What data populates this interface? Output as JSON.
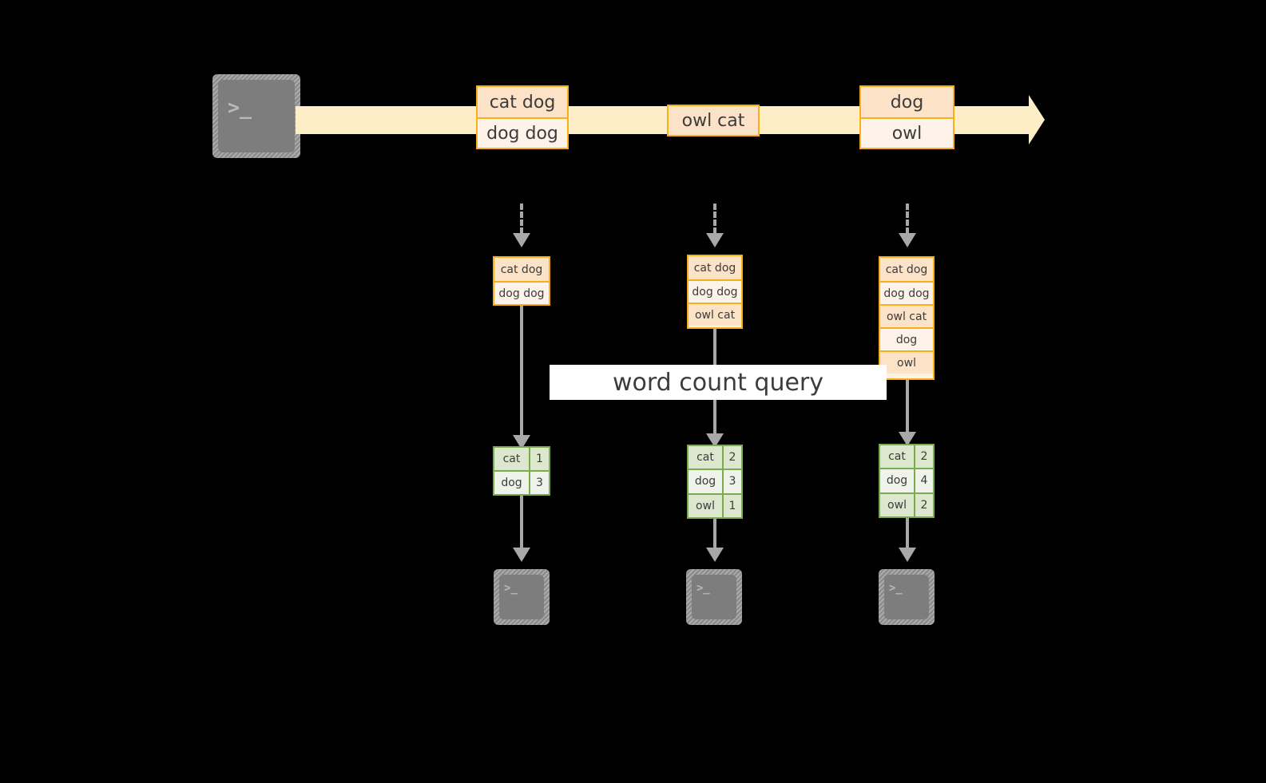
{
  "diagram": {
    "title": "word count query over a stream",
    "colors": {
      "background": "#000000",
      "record_border": "#f8b019",
      "record_fill_dark": "#fce2c6",
      "record_fill_light": "#fdf3e8",
      "stream_arrow": "#fdeec8",
      "table_border": "#7aab4f",
      "table_fill_dark": "#dde7ce",
      "table_fill_light": "#eff3ea",
      "connector": "#a8a8a8",
      "terminal_body": "#7d7d7d",
      "label_background": "#ffffff",
      "text": "#3c3c3c"
    }
  },
  "source": {
    "icon": "terminal-icon",
    "prompt": ">_"
  },
  "stream": {
    "icon": "arrow-right-icon",
    "groups": [
      {
        "records": [
          "cat dog",
          "dog dog"
        ]
      },
      {
        "records": [
          "owl cat"
        ]
      },
      {
        "records": [
          "dog",
          "owl"
        ]
      }
    ]
  },
  "query": {
    "label": "word count query"
  },
  "columns": [
    {
      "snapshot_icon": "arrow-down-dashed-icon",
      "snapshot": {
        "records": [
          "cat dog",
          "dog dog"
        ]
      },
      "result_icon": "arrow-down-icon",
      "result": {
        "rows": [
          {
            "word": "cat",
            "count": "1"
          },
          {
            "word": "dog",
            "count": "3"
          }
        ]
      },
      "sink_icon": "terminal-icon",
      "sink": {
        "prompt": ">_"
      }
    },
    {
      "snapshot_icon": "arrow-down-dashed-icon",
      "snapshot": {
        "records": [
          "cat dog",
          "dog dog",
          "owl cat"
        ]
      },
      "result_icon": "arrow-down-icon",
      "result": {
        "rows": [
          {
            "word": "cat",
            "count": "2"
          },
          {
            "word": "dog",
            "count": "3"
          },
          {
            "word": "owl",
            "count": "1"
          }
        ]
      },
      "sink_icon": "terminal-icon",
      "sink": {
        "prompt": ">_"
      }
    },
    {
      "snapshot_icon": "arrow-down-dashed-icon",
      "snapshot": {
        "records": [
          "cat dog",
          "dog dog",
          "owl cat",
          "dog",
          "owl"
        ]
      },
      "result_icon": "arrow-down-icon",
      "result": {
        "rows": [
          {
            "word": "cat",
            "count": "2"
          },
          {
            "word": "dog",
            "count": "4"
          },
          {
            "word": "owl",
            "count": "2"
          }
        ]
      },
      "sink_icon": "terminal-icon",
      "sink": {
        "prompt": ">_"
      }
    }
  ]
}
